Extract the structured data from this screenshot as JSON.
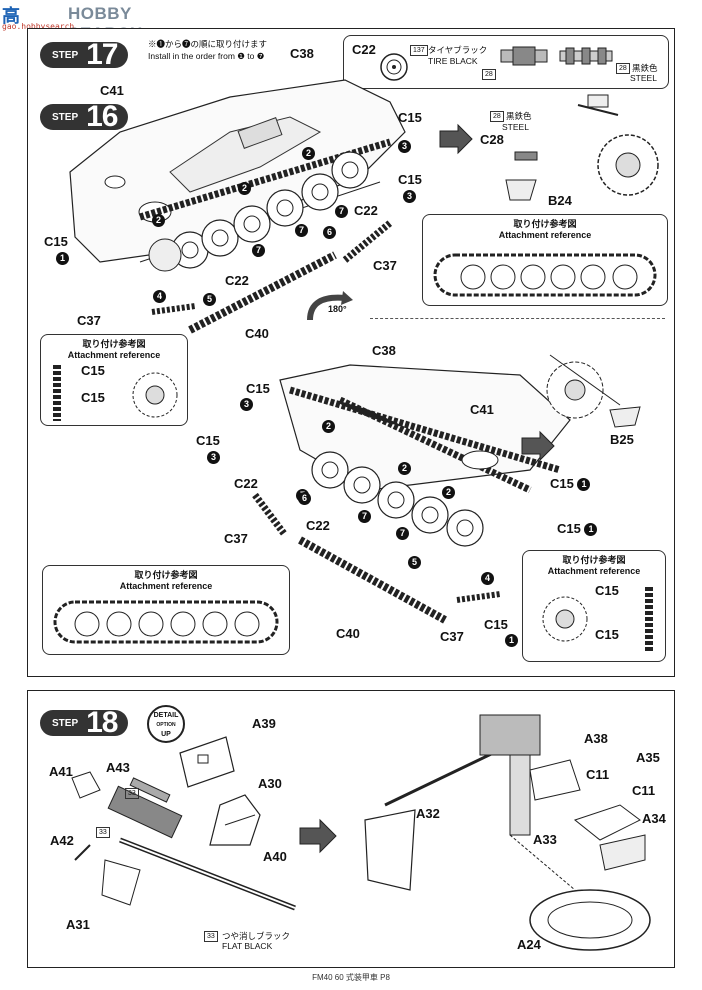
{
  "watermark": {
    "logo": "高",
    "brand": "HOBBY SEARCH",
    "url": "gao.hobbysearch"
  },
  "step17": {
    "word": "STEP",
    "number": "17",
    "instruction_jp": "※❶から❼の順に取り付けます",
    "instruction_en": "Install in the order from ❶ to ❼"
  },
  "step16": {
    "word": "STEP",
    "number": "16"
  },
  "paint_box": {
    "part": "C22",
    "tire_code": "137",
    "tire_jp": "タイヤブラック",
    "tire_en": "TIRE BLACK",
    "steel_code_1": "28",
    "steel_code_2": "28",
    "steel_jp": "黒鉄色",
    "steel_en": "STEEL"
  },
  "c28_box": {
    "code": "28",
    "jp": "黒鉄色",
    "en": "STEEL",
    "part": "C28",
    "part2": "B24"
  },
  "ref_top": {
    "jp": "取り付け参考図",
    "en": "Attachment reference"
  },
  "ref_left": {
    "jp": "取り付け参考図",
    "en": "Attachment reference",
    "c15a": "C15",
    "c15b": "C15"
  },
  "ref_bottom_left": {
    "jp": "取り付け参考図",
    "en": "Attachment reference"
  },
  "ref_bottom_right": {
    "jp": "取り付け参考図",
    "en": "Attachment reference",
    "c15a": "C15",
    "c15b": "C15"
  },
  "top_labels": {
    "c38": "C38",
    "c41": "C41",
    "c15_r1": "C15",
    "c15_r2": "C15",
    "c22_r": "C22",
    "c37_r": "C37",
    "c15_l": "C15",
    "c22_l": "C22",
    "c37_l": "C37",
    "c40": "C40",
    "rot": "180°"
  },
  "bottom_labels": {
    "c38": "C38",
    "c15_tl": "C15",
    "c15_l": "C15",
    "c41": "C41",
    "b25": "B25",
    "c15_r1": "C15",
    "c15_r2": "C15",
    "c22_l": "C22",
    "c37": "C37",
    "c22_m": "C22",
    "c40": "C40",
    "c37_r": "C37",
    "c15_br": "C15"
  },
  "step18": {
    "word": "STEP",
    "number": "18",
    "detail_top": "DETAIL",
    "detail_mid": "OPTION",
    "detail_bot": "UP",
    "paint_code": "33",
    "paint_jp": "つや消しブラック",
    "paint_en": "FLAT BLACK",
    "code_a": "33",
    "code_b": "33",
    "labels": {
      "a39": "A39",
      "a41": "A41",
      "a43": "A43",
      "a30": "A30",
      "a42": "A42",
      "a40": "A40",
      "a31": "A31",
      "a32": "A32",
      "a38": "A38",
      "a35": "A35",
      "c11a": "C11",
      "c11b": "C11",
      "a34": "A34",
      "a33": "A33",
      "a24": "A24"
    }
  },
  "footer": "FM40 60 式装甲車 P8"
}
